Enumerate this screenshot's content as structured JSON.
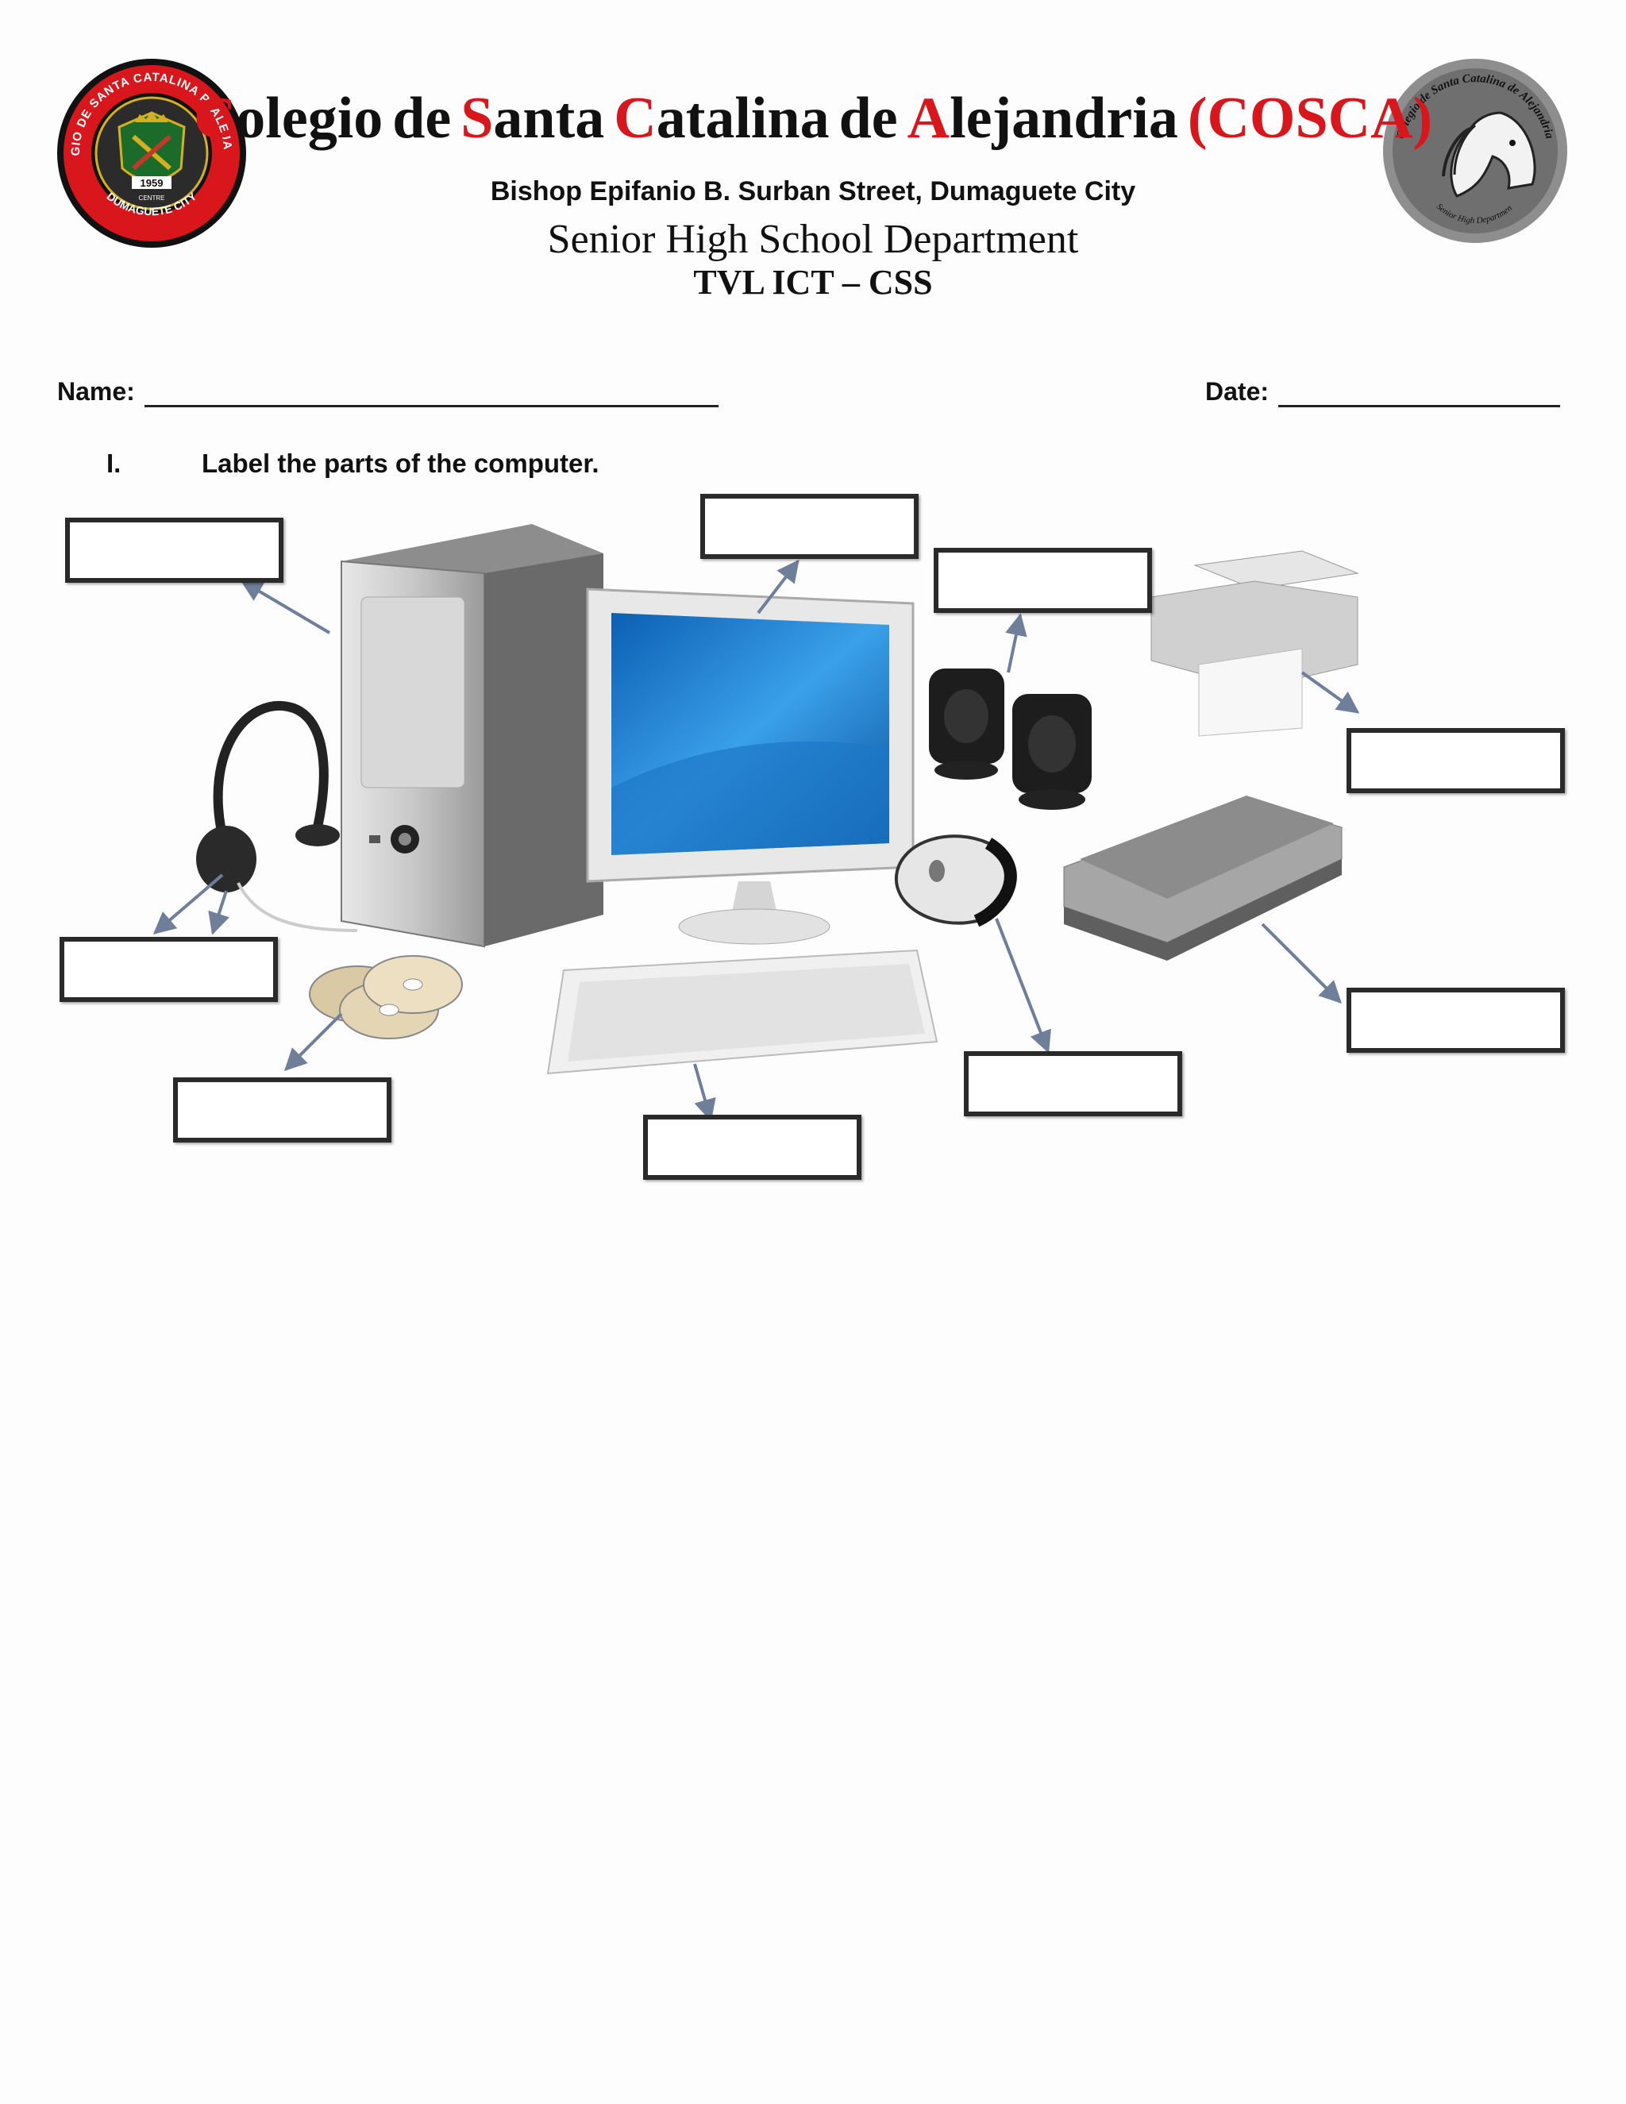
{
  "header": {
    "school_name_parts": [
      {
        "cap": "C",
        "rest": "olegio"
      },
      {
        "cap": "",
        "rest": "de"
      },
      {
        "cap": "S",
        "rest": "anta"
      },
      {
        "cap": "C",
        "rest": "atalina"
      },
      {
        "cap": "",
        "rest": "de"
      },
      {
        "cap": "A",
        "rest": "lejandria"
      }
    ],
    "acronym": "(COSCA)",
    "address": "Bishop Epifanio B. Surban Street, Dumaguete City",
    "department": "Senior High School Department",
    "strand": "TVL ICT – CSS",
    "left_logo_text": {
      "ring_top": "COLEGIO DE SANTA CATALINA P' ALEJANDRIA",
      "ring_bottom": "DUMAGUETE CITY",
      "year": "1959",
      "small": "CENTRE"
    },
    "right_logo_text": {
      "ring": "Colegio de Santa Catalina de Alejandria",
      "bottom": "Senior High Department"
    }
  },
  "fields": {
    "name_label": "Name:",
    "date_label": "Date:"
  },
  "instructions": {
    "number": "I.",
    "text": "Label the parts of the computer."
  },
  "diagram": {
    "answer_boxes": [
      {
        "id": "system-unit",
        "value": ""
      },
      {
        "id": "monitor",
        "value": ""
      },
      {
        "id": "speakers",
        "value": ""
      },
      {
        "id": "printer",
        "value": ""
      },
      {
        "id": "headset",
        "value": ""
      },
      {
        "id": "cd-disks",
        "value": ""
      },
      {
        "id": "keyboard",
        "value": ""
      },
      {
        "id": "mouse",
        "value": ""
      },
      {
        "id": "scanner",
        "value": ""
      }
    ]
  },
  "colors": {
    "accent_red": "#d8161b",
    "text": "#111111",
    "box_border": "#2a2a2a"
  }
}
